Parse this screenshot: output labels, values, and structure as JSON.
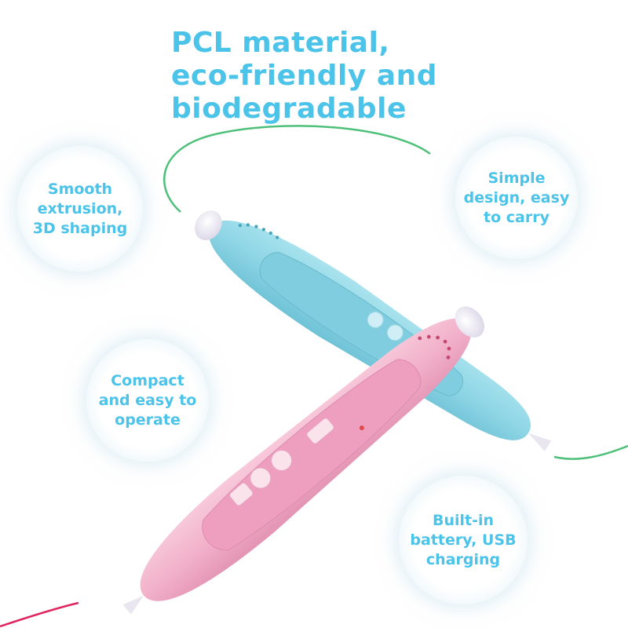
{
  "headline": {
    "line1": "PCL material,",
    "line2": "eco-friendly and",
    "line3": "biodegradable"
  },
  "features": [
    {
      "lines": [
        "Smooth",
        "extrusion,",
        "3D shaping"
      ]
    },
    {
      "lines": [
        "Simple",
        "design, easy",
        "to carry"
      ]
    },
    {
      "lines": [
        "Compact",
        "and easy to",
        "operate"
      ]
    },
    {
      "lines": [
        "Built-in",
        "battery, USB",
        "charging"
      ]
    }
  ],
  "colors": {
    "accent_text": "#4cc3e8",
    "pen_blue": "#8fd8e6",
    "pen_pink": "#f2b3cc",
    "filament_green": "#4fc07a",
    "filament_red": "#e0245e"
  },
  "icons": [
    "play-button-icon",
    "rewind-button-icon",
    "slider-switch-icon",
    "vent-holes-icon",
    "warning-triangle-icon"
  ]
}
